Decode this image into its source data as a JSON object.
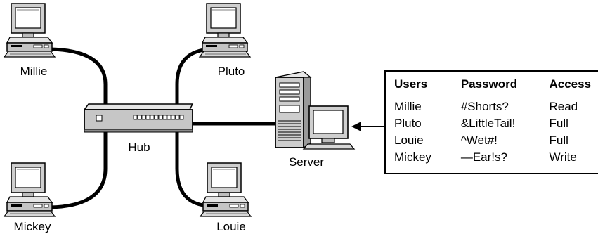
{
  "nodes": {
    "millie": "Millie",
    "pluto": "Pluto",
    "mickey": "Mickey",
    "louie": "Louie",
    "hub": "Hub",
    "server": "Server"
  },
  "table": {
    "headers": [
      "Users",
      "Password",
      "Access"
    ],
    "rows": [
      [
        "Millie",
        "#Shorts?",
        "Read"
      ],
      [
        "Pluto",
        "&LittleTail!",
        "Full"
      ],
      [
        "Louie",
        "^Wet#!",
        "Full"
      ],
      [
        "Mickey",
        "—Ear!s?",
        "Write"
      ]
    ]
  }
}
